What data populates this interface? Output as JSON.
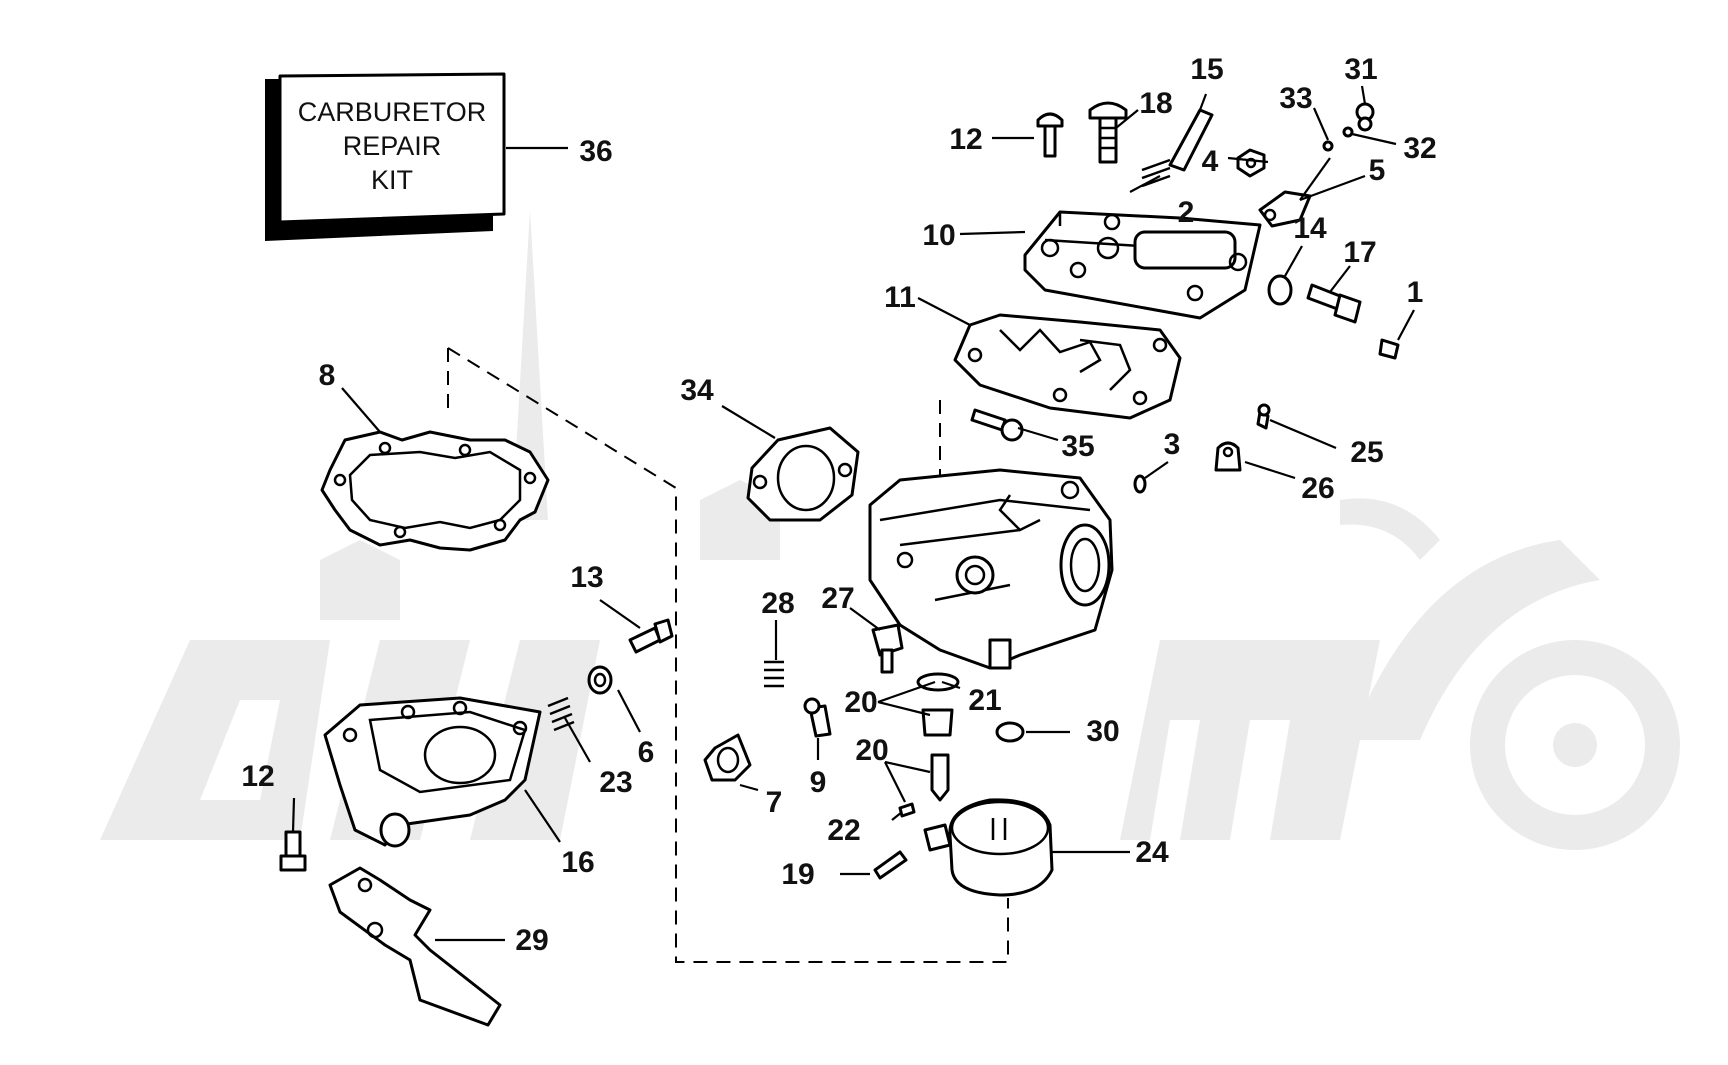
{
  "kit_box": {
    "line1": "CARBURETOR",
    "line2": "REPAIR",
    "line3": "KIT",
    "number": "36"
  },
  "callouts": [
    {
      "id": "c15",
      "label": "15"
    },
    {
      "id": "c31",
      "label": "31"
    },
    {
      "id": "c33",
      "label": "33"
    },
    {
      "id": "c18",
      "label": "18"
    },
    {
      "id": "c12a",
      "label": "12"
    },
    {
      "id": "c4",
      "label": "4"
    },
    {
      "id": "c32",
      "label": "32"
    },
    {
      "id": "c5",
      "label": "5"
    },
    {
      "id": "c2",
      "label": "2"
    },
    {
      "id": "c10",
      "label": "10"
    },
    {
      "id": "c14",
      "label": "14"
    },
    {
      "id": "c17",
      "label": "17"
    },
    {
      "id": "c1",
      "label": "1"
    },
    {
      "id": "c11",
      "label": "11"
    },
    {
      "id": "c8",
      "label": "8"
    },
    {
      "id": "c34",
      "label": "34"
    },
    {
      "id": "c35",
      "label": "35"
    },
    {
      "id": "c3",
      "label": "3"
    },
    {
      "id": "c25",
      "label": "25"
    },
    {
      "id": "c26",
      "label": "26"
    },
    {
      "id": "c13",
      "label": "13"
    },
    {
      "id": "c28",
      "label": "28"
    },
    {
      "id": "c27",
      "label": "27"
    },
    {
      "id": "c20a",
      "label": "20"
    },
    {
      "id": "c21",
      "label": "21"
    },
    {
      "id": "c6",
      "label": "6"
    },
    {
      "id": "c30",
      "label": "30"
    },
    {
      "id": "c20b",
      "label": "20"
    },
    {
      "id": "c12b",
      "label": "12"
    },
    {
      "id": "c23",
      "label": "23"
    },
    {
      "id": "c9",
      "label": "9"
    },
    {
      "id": "c7",
      "label": "7"
    },
    {
      "id": "c22",
      "label": "22"
    },
    {
      "id": "c24",
      "label": "24"
    },
    {
      "id": "c16",
      "label": "16"
    },
    {
      "id": "c19",
      "label": "19"
    },
    {
      "id": "c29",
      "label": "29"
    }
  ],
  "colors": {
    "ink": "#000000",
    "background": "#ffffff",
    "watermark": "#ebebeb"
  }
}
